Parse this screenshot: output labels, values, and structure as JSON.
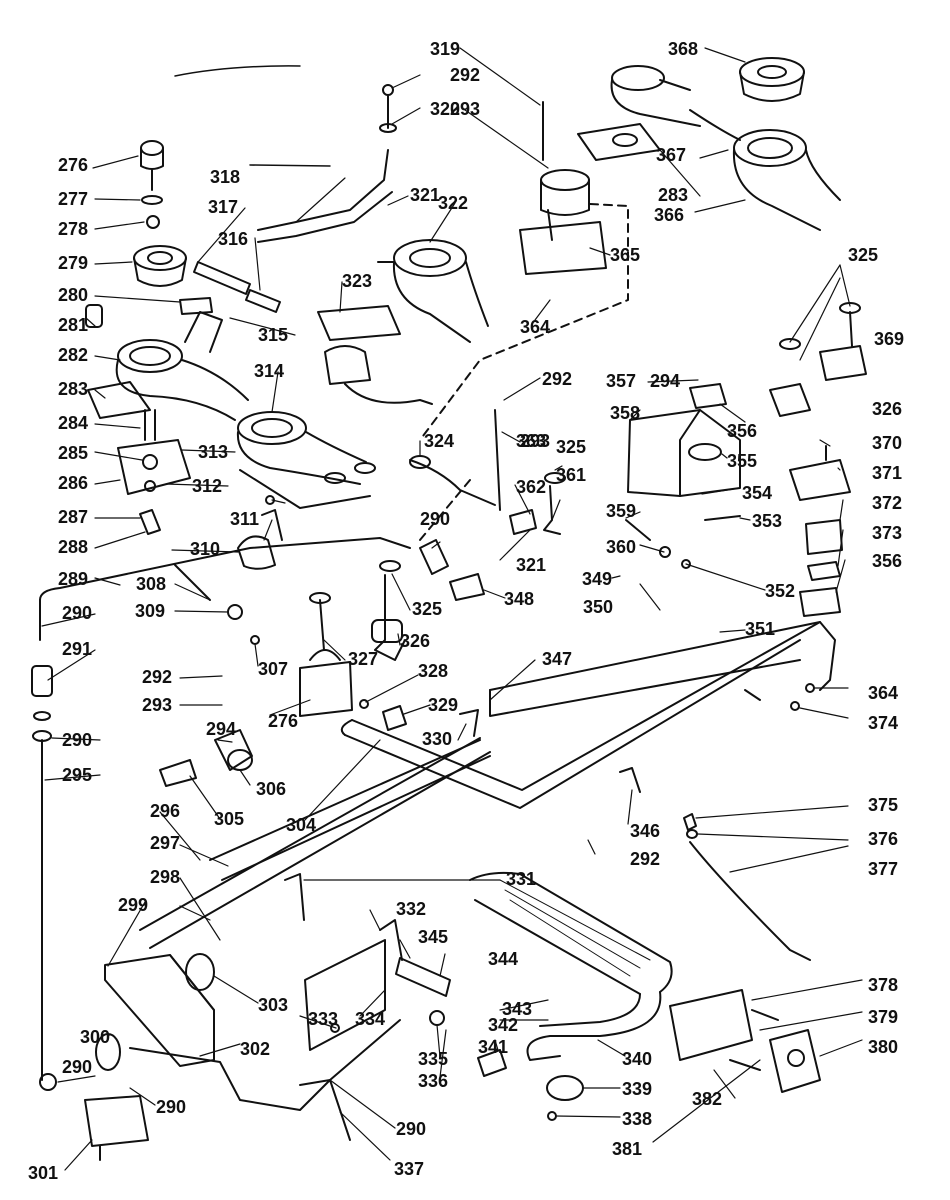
{
  "colors": {
    "ink": "#111111",
    "paper": "#ffffff"
  },
  "parts": [
    "276",
    "277",
    "278",
    "279",
    "280",
    "281",
    "282",
    "283",
    "284",
    "285",
    "286",
    "287",
    "288",
    "289",
    "290",
    "291",
    "292",
    "293",
    "294",
    "295",
    "296",
    "297",
    "298",
    "299",
    "300",
    "301",
    "302",
    "303",
    "304",
    "305",
    "306",
    "307",
    "308",
    "309",
    "310",
    "311",
    "312",
    "313",
    "314",
    "315",
    "316",
    "317",
    "318",
    "319",
    "320",
    "321",
    "322",
    "323",
    "324",
    "325",
    "326",
    "327",
    "328",
    "329",
    "330",
    "331",
    "332",
    "333",
    "334",
    "335",
    "336",
    "337",
    "338",
    "339",
    "340",
    "341",
    "342",
    "343",
    "344",
    "345",
    "346",
    "347",
    "348",
    "349",
    "350",
    "351",
    "352",
    "353",
    "354",
    "355",
    "356",
    "357",
    "358",
    "359",
    "360",
    "361",
    "362",
    "363",
    "364",
    "365",
    "366",
    "367",
    "368",
    "369",
    "370",
    "371",
    "372",
    "373",
    "374",
    "375",
    "376",
    "377",
    "378",
    "379",
    "380",
    "381",
    "382"
  ]
}
